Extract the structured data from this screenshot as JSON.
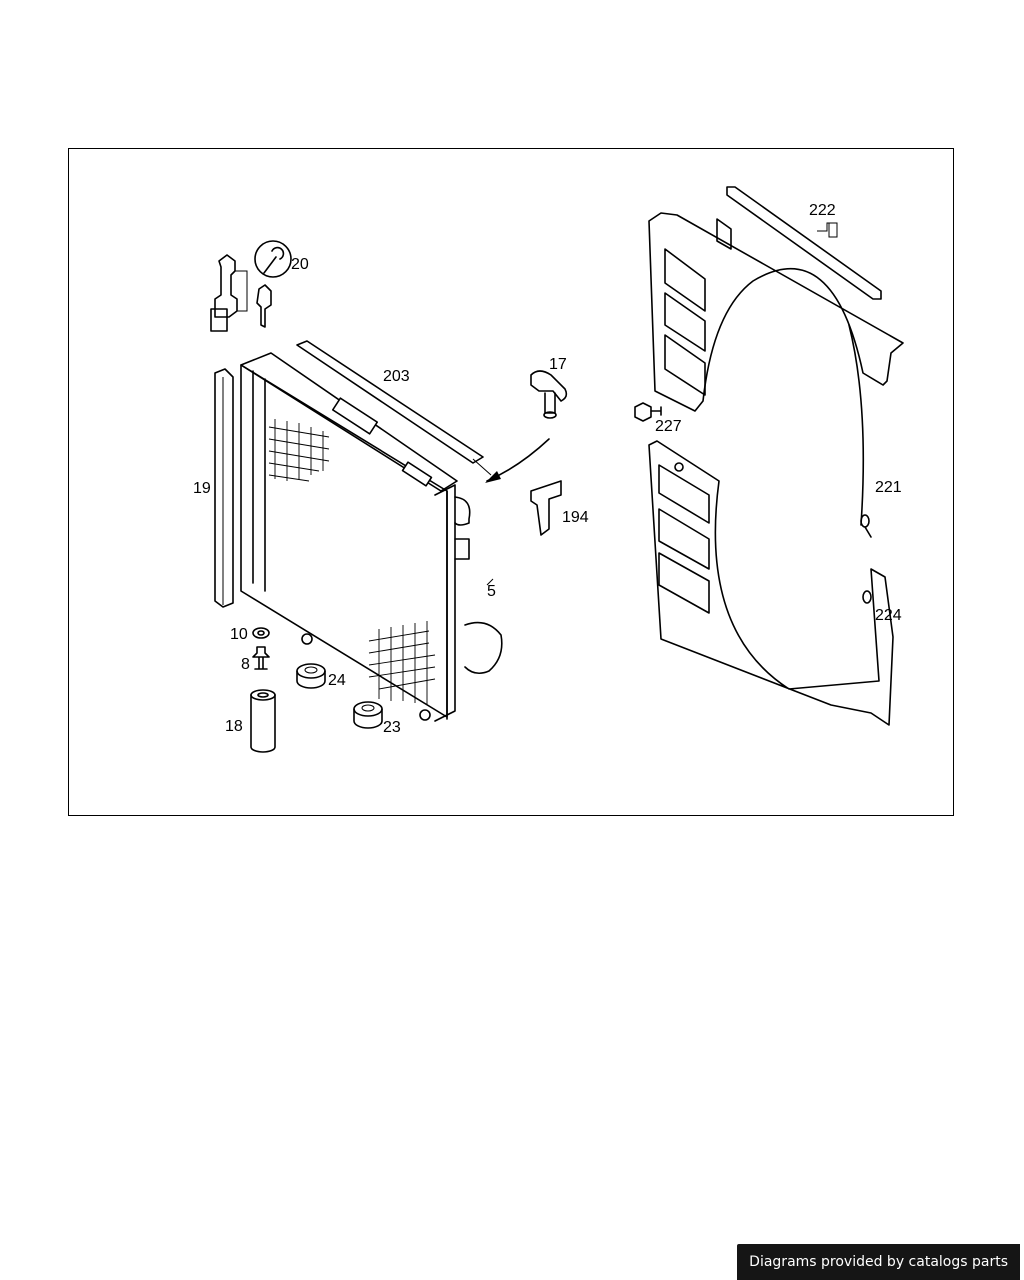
{
  "diagram": {
    "callouts": {
      "c20": "20",
      "c203": "203",
      "c17": "17",
      "c19": "19",
      "c194": "194",
      "c5": "5",
      "c10": "10",
      "c8": "8",
      "c24": "24",
      "c18": "18",
      "c23": "23",
      "c222": "222",
      "c227": "227",
      "c221": "221",
      "c224": "224"
    }
  },
  "footer": {
    "credit": "Diagrams provided by catalogs parts"
  },
  "colors": {
    "line": "#000000",
    "background": "#ffffff",
    "badge": "#151515"
  }
}
